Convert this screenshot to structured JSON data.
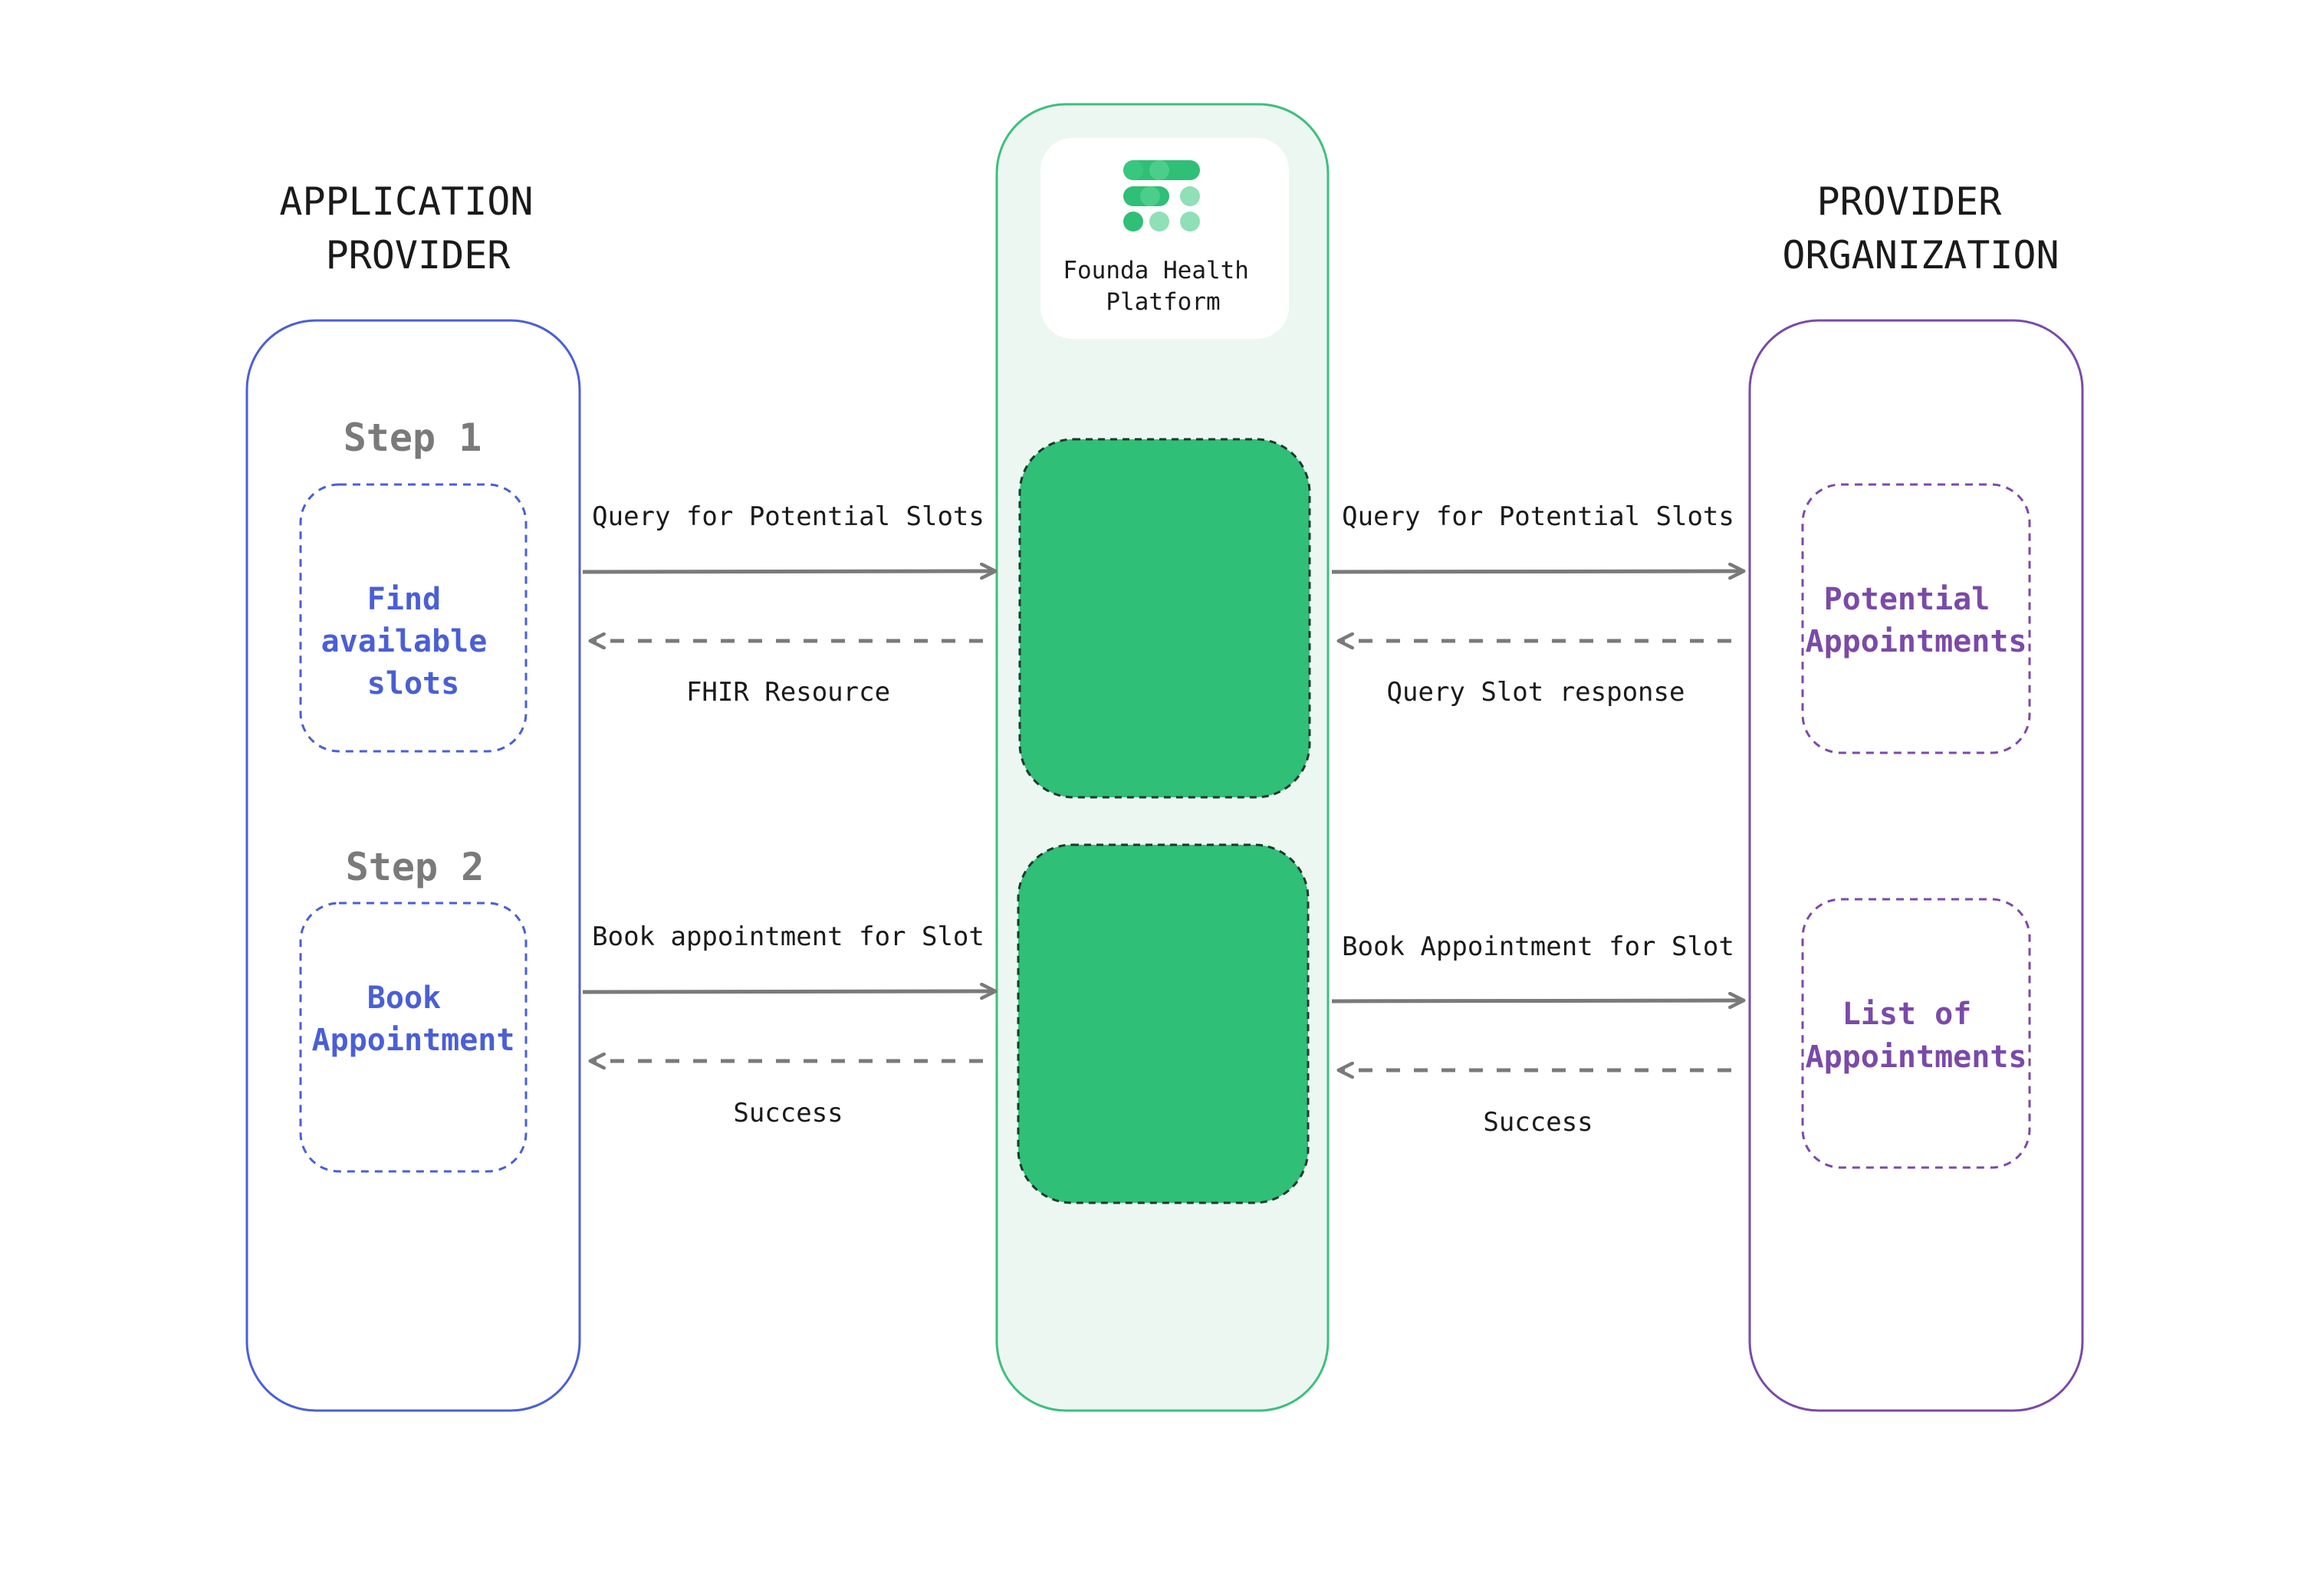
{
  "columns": {
    "left_title_line1": "APPLICATION",
    "left_title_line2": "PROVIDER",
    "right_title_line1": "PROVIDER",
    "right_title_line2": "ORGANIZATION"
  },
  "platform": {
    "name_line1": "Founda Health",
    "name_line2": "Platform"
  },
  "steps": {
    "step1_label": "Step 1",
    "step2_label": "Step 2"
  },
  "left_boxes": {
    "find_line1": "Find",
    "find_line2": "available",
    "find_line3": "slots",
    "book_line1": "Book",
    "book_line2": "Appointment"
  },
  "right_boxes": {
    "potential_line1": "Potential",
    "potential_line2": "Appointments",
    "list_line1": "List of",
    "list_line2": "Appointments"
  },
  "arrows": {
    "left_query": "Query for Potential Slots",
    "left_fhir": "FHIR Resource",
    "left_book": "Book appointment for Slot",
    "left_success": "Success",
    "right_query": "Query for Potential Slots",
    "right_response": "Query Slot response",
    "right_book": "Book Appointment for Slot",
    "right_success": "Success"
  },
  "colors": {
    "left_blue": "#4a5fd6",
    "right_purple": "#7b4aa8",
    "platform_green": "#2fbf76",
    "platform_border": "#3dbf7f",
    "platform_bg": "#edf7f1",
    "arrow_gray": "#7a7a7a",
    "step_gray": "#7a7a7a"
  },
  "icons": {
    "platform_logo": "founda-logo-icon"
  }
}
